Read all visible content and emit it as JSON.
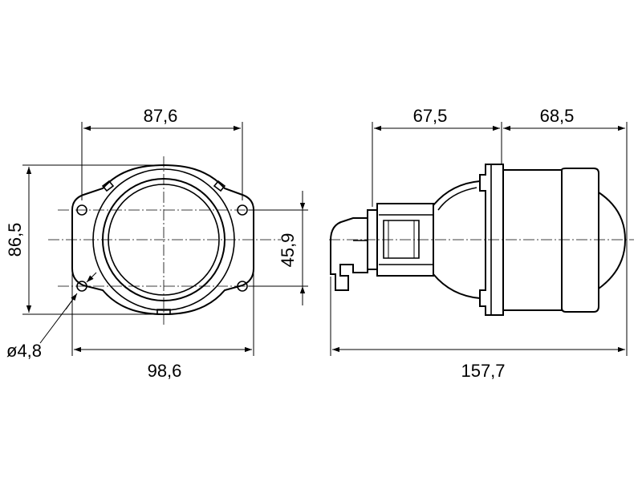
{
  "front_view": {
    "top_width": "87,6",
    "height": "86,5",
    "bottom_width": "98,6",
    "hole_spacing": "45,9",
    "hole_diameter": "ø4,8"
  },
  "side_view": {
    "rear_length": "67,5",
    "front_length": "68,5",
    "total_length": "157,7"
  }
}
